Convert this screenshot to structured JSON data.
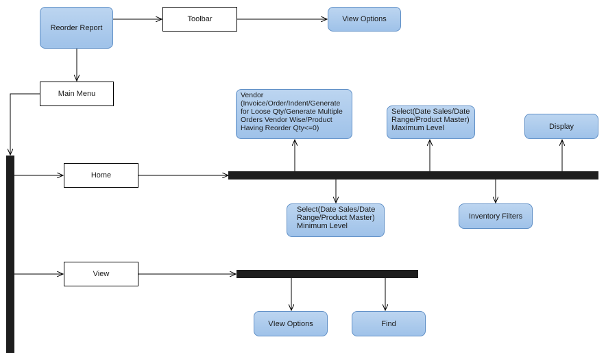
{
  "nodes": {
    "reorder_report": "Reorder Report",
    "toolbar": "Toolbar",
    "view_options_top": "View Options",
    "main_menu": "Main Menu",
    "home": "Home",
    "view": "View",
    "vendor": "Vendor\n(Invoice/Order/Indent/Generate\nfor Loose Qty/Generate Multiple\nOrders Vendor Wise/Product\nHaving Reorder Qty<=0)",
    "select_max": "Select(Date Sales/Date\nRange/Product Master)\nMaximum Level",
    "display": "Display",
    "select_min": "Select(Date Sales/Date\nRange/Product Master)\nMinimum Level",
    "inventory_filters": "Inventory Filters",
    "view_options_bottom": "VIew Options",
    "find": "Find"
  },
  "colors": {
    "pill_fill": "#a9c9ec",
    "pill_border": "#5f8fc6",
    "bar": "#1e1e1e"
  }
}
